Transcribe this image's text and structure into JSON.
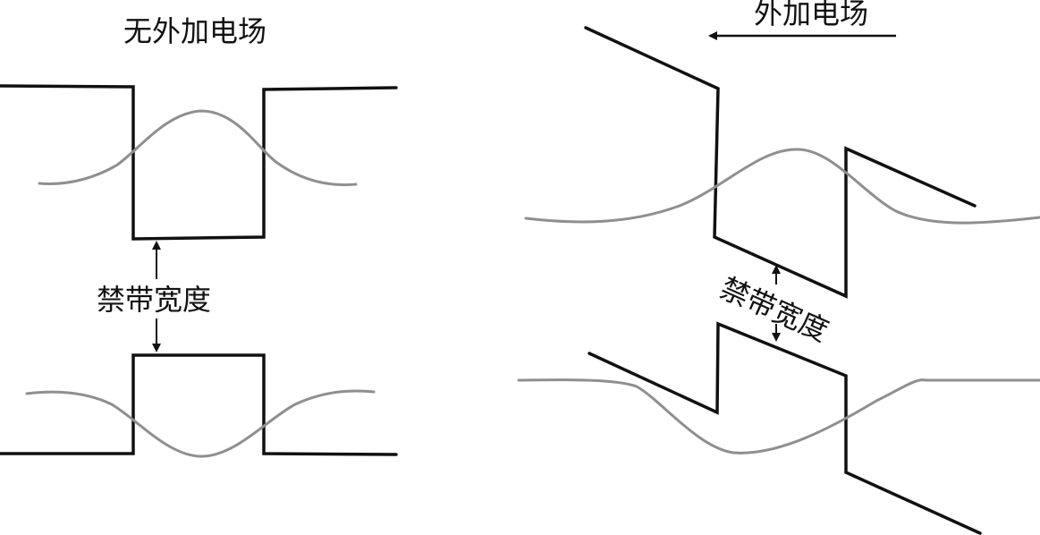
{
  "left_panel": {
    "title": "无外加电场",
    "gap_label": "禁带宽度"
  },
  "right_panel": {
    "field_label": "外加电场",
    "gap_label": "禁带宽度"
  },
  "colors": {
    "band_edge": "#111111",
    "wavefunction": "#8f8f8f"
  }
}
